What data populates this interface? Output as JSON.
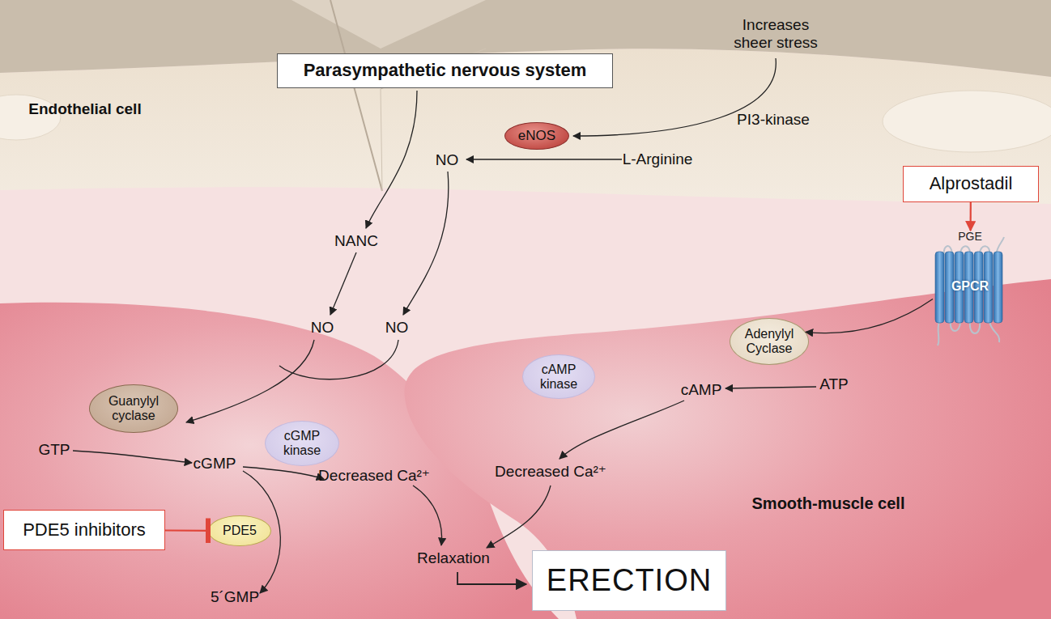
{
  "diagram": {
    "nodes": [
      {
        "text": [
          "Parasympathetic nervous system"
        ]
      },
      {
        "text": [
          "eNOS"
        ]
      },
      {
        "text": [
          "Alprostadil"
        ]
      },
      {
        "text": [
          "PGE",
          "GPCR"
        ]
      },
      {
        "text": [
          "Adenylyl Cyclase"
        ]
      },
      {
        "text": [
          "cAMP kinase"
        ]
      },
      {
        "text": [
          "Guanylyl cyclase"
        ]
      },
      {
        "text": [
          "cGMP kinase"
        ]
      },
      {
        "text": [
          "PDE5 inhibitors"
        ]
      },
      {
        "text": [
          "PDE5"
        ]
      },
      {
        "text": [
          "ERECTION"
        ]
      }
    ],
    "edges": [
      {
        "from": 2,
        "to": 3,
        "arrow": "to"
      },
      {
        "from": 3,
        "to": 4,
        "arrow": "to"
      },
      {
        "from": 8,
        "to": 9,
        "arrow": "none"
      }
    ],
    "labels": [
      "Increases sheer stress",
      "Endothelial cell",
      "PI3-kinase",
      "NO",
      "L-Arginine",
      "NANC",
      "NO",
      "NO",
      "cAMP",
      "ATP",
      "GTP",
      "cGMP",
      "Decreased Ca²⁺",
      "Decreased Ca²⁺",
      "Smooth-muscle cell",
      "Relaxation",
      "5´GMP"
    ]
  }
}
